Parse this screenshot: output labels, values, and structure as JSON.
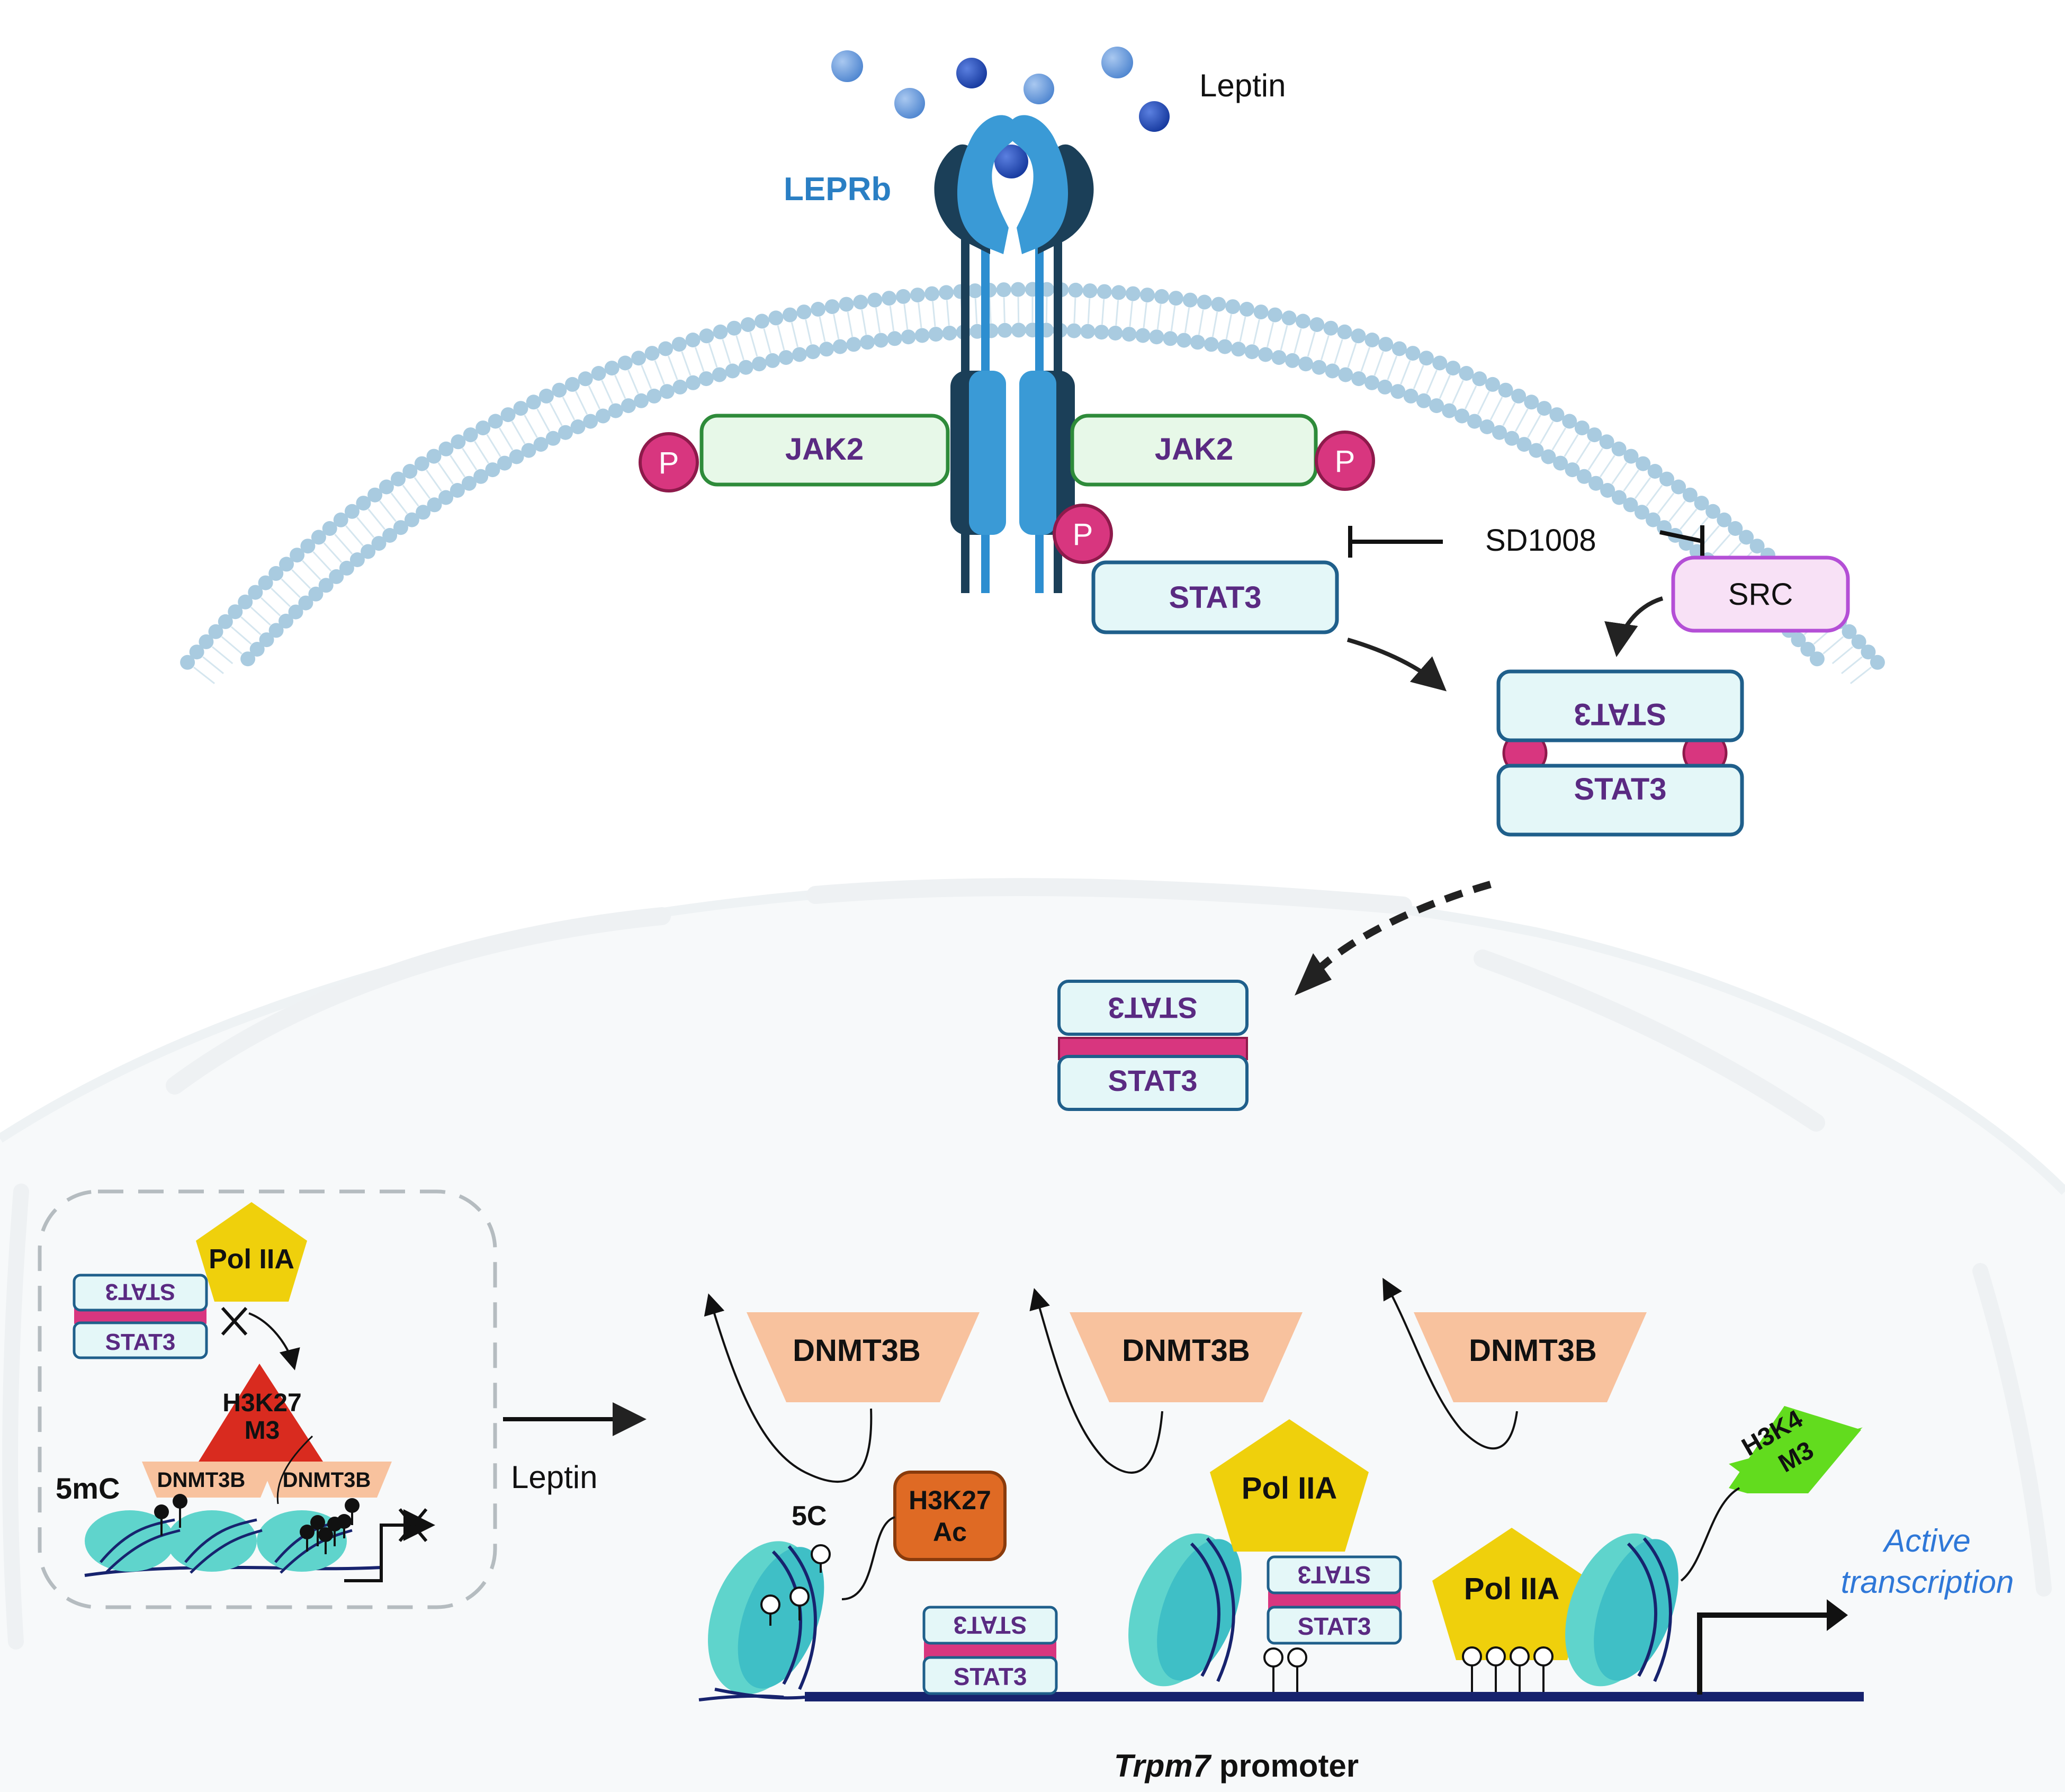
{
  "labels": {
    "leptin_top": "Leptin",
    "leprb": "LEPRb",
    "jak2_left": "JAK2",
    "jak2_right": "JAK2",
    "p": "P",
    "stat3": "STAT3",
    "sd1008": "SD1008",
    "src": "SRC",
    "pol_iia": "Pol IIA",
    "h3k27_m3_line1": "H3K27",
    "h3k27_m3_line2": "M3",
    "five_mc": "5mC",
    "dnmt3b": "DNMT3B",
    "leptin_arrow": "Leptin",
    "five_c": "5C",
    "h3k27ac_line1": "H3K27",
    "h3k27ac_line2": "Ac",
    "h3k4_line1": "H3K4",
    "h3k4_line2": "M3",
    "active_line1": "Active",
    "active_line2": "transcription",
    "promoter_gene": "Trpm7",
    "promoter_word": " promoter"
  },
  "colors": {
    "membrane_bead": "#a9cbe0",
    "leptin_light": "#5f95d6",
    "leptin_dark": "#1f4fbf",
    "receptor_dark": "#1b3f58",
    "receptor_light": "#3a9ad6",
    "jak2_fill": "#e7f8e8",
    "jak2_stroke": "#2e8b3a",
    "phospho": "#d8367f",
    "stat3_fill": "#e4f7f8",
    "stat3_stroke": "#1f5f8b",
    "protein_text": "#5a2a82",
    "src_fill": "#f8e1f6",
    "src_stroke": "#b44fd6",
    "dnmt3b": "#f8c29e",
    "pol_iia": "#efd00c",
    "h3k27m3": "#d92b1f",
    "h3k27ac": "#df6a24",
    "h3k4m3": "#62dc1e",
    "nucleosome": "#5fd4cc",
    "dna": "#17236e",
    "active_text": "#2f78d8"
  }
}
